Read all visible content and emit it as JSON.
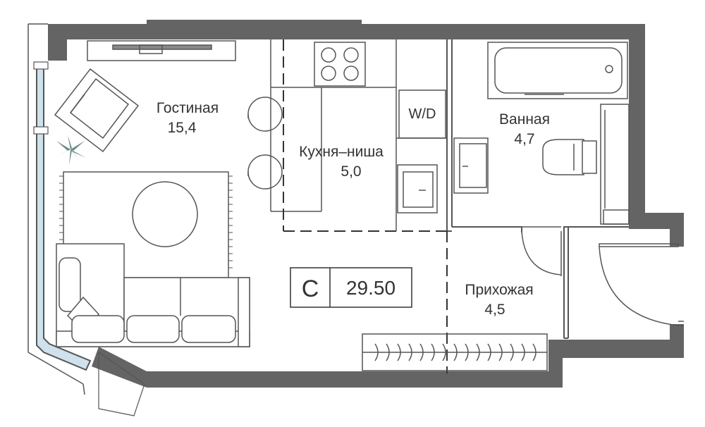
{
  "rooms": [
    {
      "name": "Гостиная",
      "area": "15,4"
    },
    {
      "name": "Кухня–ниша",
      "area": "5,0"
    },
    {
      "name": "Ванная",
      "area": "4,7"
    },
    {
      "name": "Прихожая",
      "area": "4,5"
    }
  ],
  "wd_label": "W/D",
  "apartment": {
    "type": "С",
    "total_area": "29.50"
  },
  "colors": {
    "wall": "#646464",
    "line": "#555555",
    "glass": "#cfe1ec",
    "plant": "#6d8c8a"
  }
}
